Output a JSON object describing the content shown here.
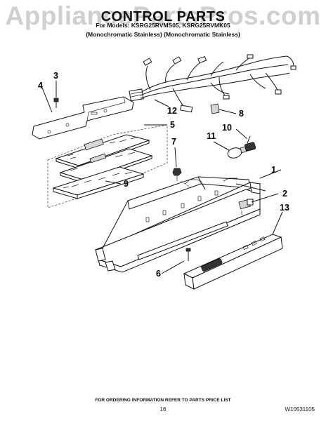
{
  "watermark": "AppliancePartsPros.com",
  "header": {
    "title": "CONTROL PARTS",
    "models": "For Models: KSRG25RVMS05, KSRG25RVMK05",
    "variant": "(Monochromatic Stainless) (Monochromatic Stainless)"
  },
  "callouts": [
    "1",
    "2",
    "3",
    "4",
    "5",
    "6",
    "7",
    "8",
    "9",
    "10",
    "11",
    "12",
    "13"
  ],
  "footer": {
    "ordering_note": "FOR ORDERING INFORMATION REFER TO PARTS PRICE LIST",
    "page_number": "16",
    "document_number": "W10531105"
  }
}
